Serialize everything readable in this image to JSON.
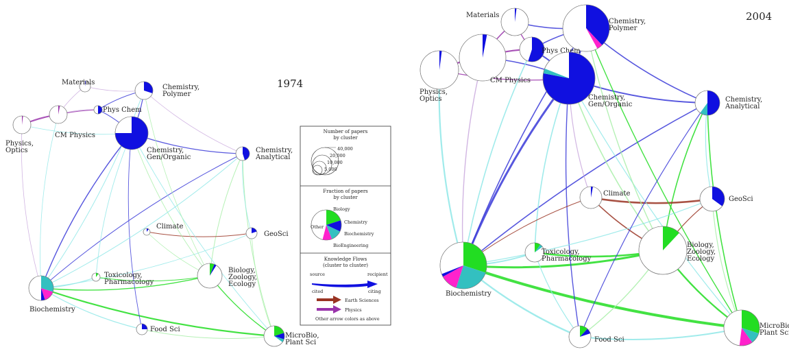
{
  "colors": {
    "chemistry": "#1010e0",
    "biology": "#22dd22",
    "biochemistry": "#33c0c0",
    "bioengineering": "#ff22cc",
    "earth": "#993322",
    "physics": "#9933aa",
    "other": "#ffffff",
    "edge_light_cyan": "#8fe8e8",
    "edge_light_green": "#a8eea8",
    "edge_light_purple": "#c9a8dd",
    "edge_blue": "#3a3ad8"
  },
  "panel1974": {
    "year": "1974",
    "nodes": [
      {
        "id": "materials",
        "lines": [
          "Materials"
        ]
      },
      {
        "id": "chempoly",
        "lines": [
          "Chemistry,",
          "Polymer"
        ]
      },
      {
        "id": "physchem",
        "lines": [
          "Phys Chem"
        ]
      },
      {
        "id": "physics",
        "lines": [
          "Physics,",
          "Optics"
        ]
      },
      {
        "id": "cmphys",
        "lines": [
          "CM Physics"
        ]
      },
      {
        "id": "chemgen",
        "lines": [
          "Chemistry,",
          "Gen/Organic"
        ]
      },
      {
        "id": "chemanal",
        "lines": [
          "Chemistry,",
          "Analytical"
        ]
      },
      {
        "id": "climate",
        "lines": [
          "Climate"
        ]
      },
      {
        "id": "geosci",
        "lines": [
          "GeoSci"
        ]
      },
      {
        "id": "biology",
        "lines": [
          "Biology,",
          "Zoology,",
          "Ecology"
        ]
      },
      {
        "id": "toxic",
        "lines": [
          "Toxicology,",
          "Pharmacology"
        ]
      },
      {
        "id": "biochem",
        "lines": [
          "Biochemistry"
        ]
      },
      {
        "id": "foodsci",
        "lines": [
          "Food Sci"
        ]
      },
      {
        "id": "microbio",
        "lines": [
          "MicroBio,",
          "Plant Sci"
        ]
      }
    ]
  },
  "panel2004": {
    "year": "2004",
    "nodes": [
      {
        "id": "materials",
        "lines": [
          "Materials"
        ]
      },
      {
        "id": "chempoly",
        "lines": [
          "Chemistry,",
          "Polymer"
        ]
      },
      {
        "id": "physchem",
        "lines": [
          "Phys Chem"
        ]
      },
      {
        "id": "physics",
        "lines": [
          "Physics,",
          "Optics"
        ]
      },
      {
        "id": "cmphys",
        "lines": [
          "CM Physics"
        ]
      },
      {
        "id": "chemgen",
        "lines": [
          "Chemistry,",
          "Gen/Organic"
        ]
      },
      {
        "id": "chemanal",
        "lines": [
          "Chemistry,",
          "Analytical"
        ]
      },
      {
        "id": "climate",
        "lines": [
          "Climate"
        ]
      },
      {
        "id": "geosci",
        "lines": [
          "GeoSci"
        ]
      },
      {
        "id": "biology",
        "lines": [
          "Biology,",
          "Zoology,",
          "Ecology"
        ]
      },
      {
        "id": "toxic",
        "lines": [
          "Toxicology,",
          "Pharmacology"
        ]
      },
      {
        "id": "biochem",
        "lines": [
          "Biochemistry"
        ]
      },
      {
        "id": "foodsci",
        "lines": [
          "Food Sci"
        ]
      },
      {
        "id": "microbio",
        "lines": [
          "MicroBio,",
          "Plant Sci"
        ]
      }
    ]
  },
  "legend": {
    "size_title": [
      "Number of papers",
      "by cluster"
    ],
    "size_values": [
      "40,000",
      "20,000",
      "10,000",
      "5,000"
    ],
    "fraction_title": [
      "Fraction of papers",
      "by cluster"
    ],
    "fraction_labels": [
      "Biology",
      "Chemistry",
      "Biochemistry",
      "BioEngineering",
      "Other"
    ],
    "flow_title": [
      "Knowledge Flows",
      "(cluster to cluster)"
    ],
    "flow_source": "source",
    "flow_cited": "cited",
    "flow_recipient": "recipient",
    "flow_citing": "citing",
    "flow_earth": "Earth Sciences",
    "flow_physics": "Physics",
    "flow_other": "Other arrow colors as above"
  }
}
